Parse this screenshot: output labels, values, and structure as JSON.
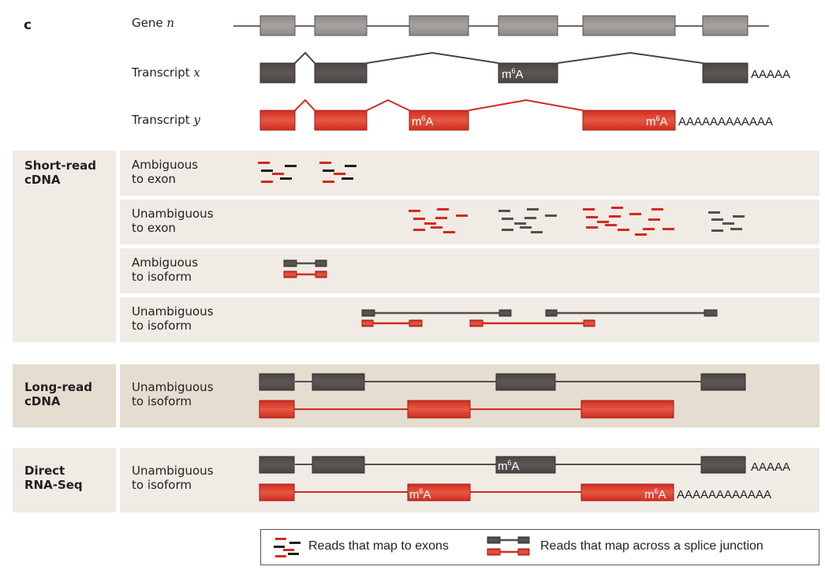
{
  "panel_letter": "c",
  "colors": {
    "gene_exon": "#9c9795",
    "transcript_x": "#544e4c",
    "transcript_y": "#dd3a2c",
    "red_line": "#d42a20",
    "read_black": "#1f1f1f",
    "read_grey": "#555050",
    "bg_light": "#f0ebe4",
    "bg_dark": "#e4ddd0"
  },
  "gene_model": {
    "gene_label": "Gene",
    "gene_var": "n",
    "transcript_x_label": "Transcript",
    "transcript_x_var": "x",
    "transcript_y_label": "Transcript",
    "transcript_y_var": "y",
    "mod_label_base": "m",
    "mod_label_sup": "6",
    "mod_label_tail": "A",
    "polyA_x": "AAAAA",
    "polyA_y": "AAAAAAAAAAAA"
  },
  "sections": {
    "short_read": {
      "title": "Short-read\ncDNA",
      "rows": [
        {
          "label": "Ambiguous\nto exon"
        },
        {
          "label": "Unambiguous\nto exon"
        },
        {
          "label": "Ambiguous\nto isoform"
        },
        {
          "label": "Unambiguous\nto isoform"
        }
      ]
    },
    "long_read": {
      "title": "Long-read\ncDNA",
      "row_label": "Unambiguous\nto isoform"
    },
    "direct_rna": {
      "title": "Direct\nRNA-Seq",
      "row_label": "Unambiguous\nto isoform"
    }
  },
  "legend": {
    "exon_reads": "Reads that map to exons",
    "junction_reads": "Reads that map across a splice junction"
  }
}
